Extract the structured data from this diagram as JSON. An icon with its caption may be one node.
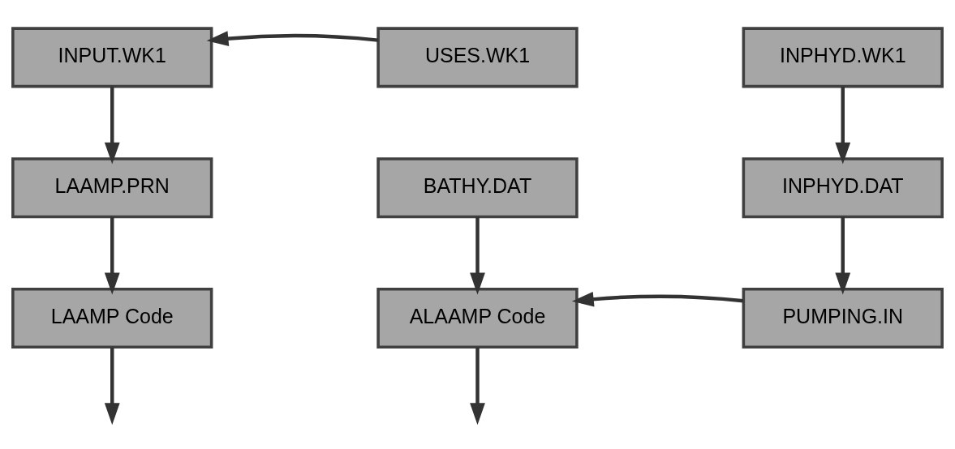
{
  "diagram": {
    "nodes": [
      {
        "text": [
          "INPUT.WK1"
        ]
      },
      {
        "text": [
          "USES.WK1"
        ]
      },
      {
        "text": [
          "INPHYD.WK1"
        ]
      },
      {
        "text": [
          "LAAMP.PRN"
        ]
      },
      {
        "text": [
          "BATHY.DAT"
        ]
      },
      {
        "text": [
          "INPHYD.DAT"
        ]
      },
      {
        "text": [
          "LAAMP Code"
        ]
      },
      {
        "text": [
          "ALAAMP Code"
        ]
      },
      {
        "text": [
          "PUMPING.IN"
        ]
      }
    ],
    "edges": [
      {
        "from": 1,
        "to": 0,
        "arrow": "to"
      },
      {
        "from": 0,
        "to": 3,
        "arrow": "to"
      },
      {
        "from": 2,
        "to": 5,
        "arrow": "to"
      },
      {
        "from": 3,
        "to": 6,
        "arrow": "to"
      },
      {
        "from": 4,
        "to": 7,
        "arrow": "to"
      },
      {
        "from": 5,
        "to": 8,
        "arrow": "to"
      },
      {
        "from": 8,
        "to": 7,
        "arrow": "to"
      },
      {
        "from": 6,
        "to": null,
        "arrow": "to"
      },
      {
        "from": 7,
        "to": null,
        "arrow": "to"
      }
    ]
  }
}
